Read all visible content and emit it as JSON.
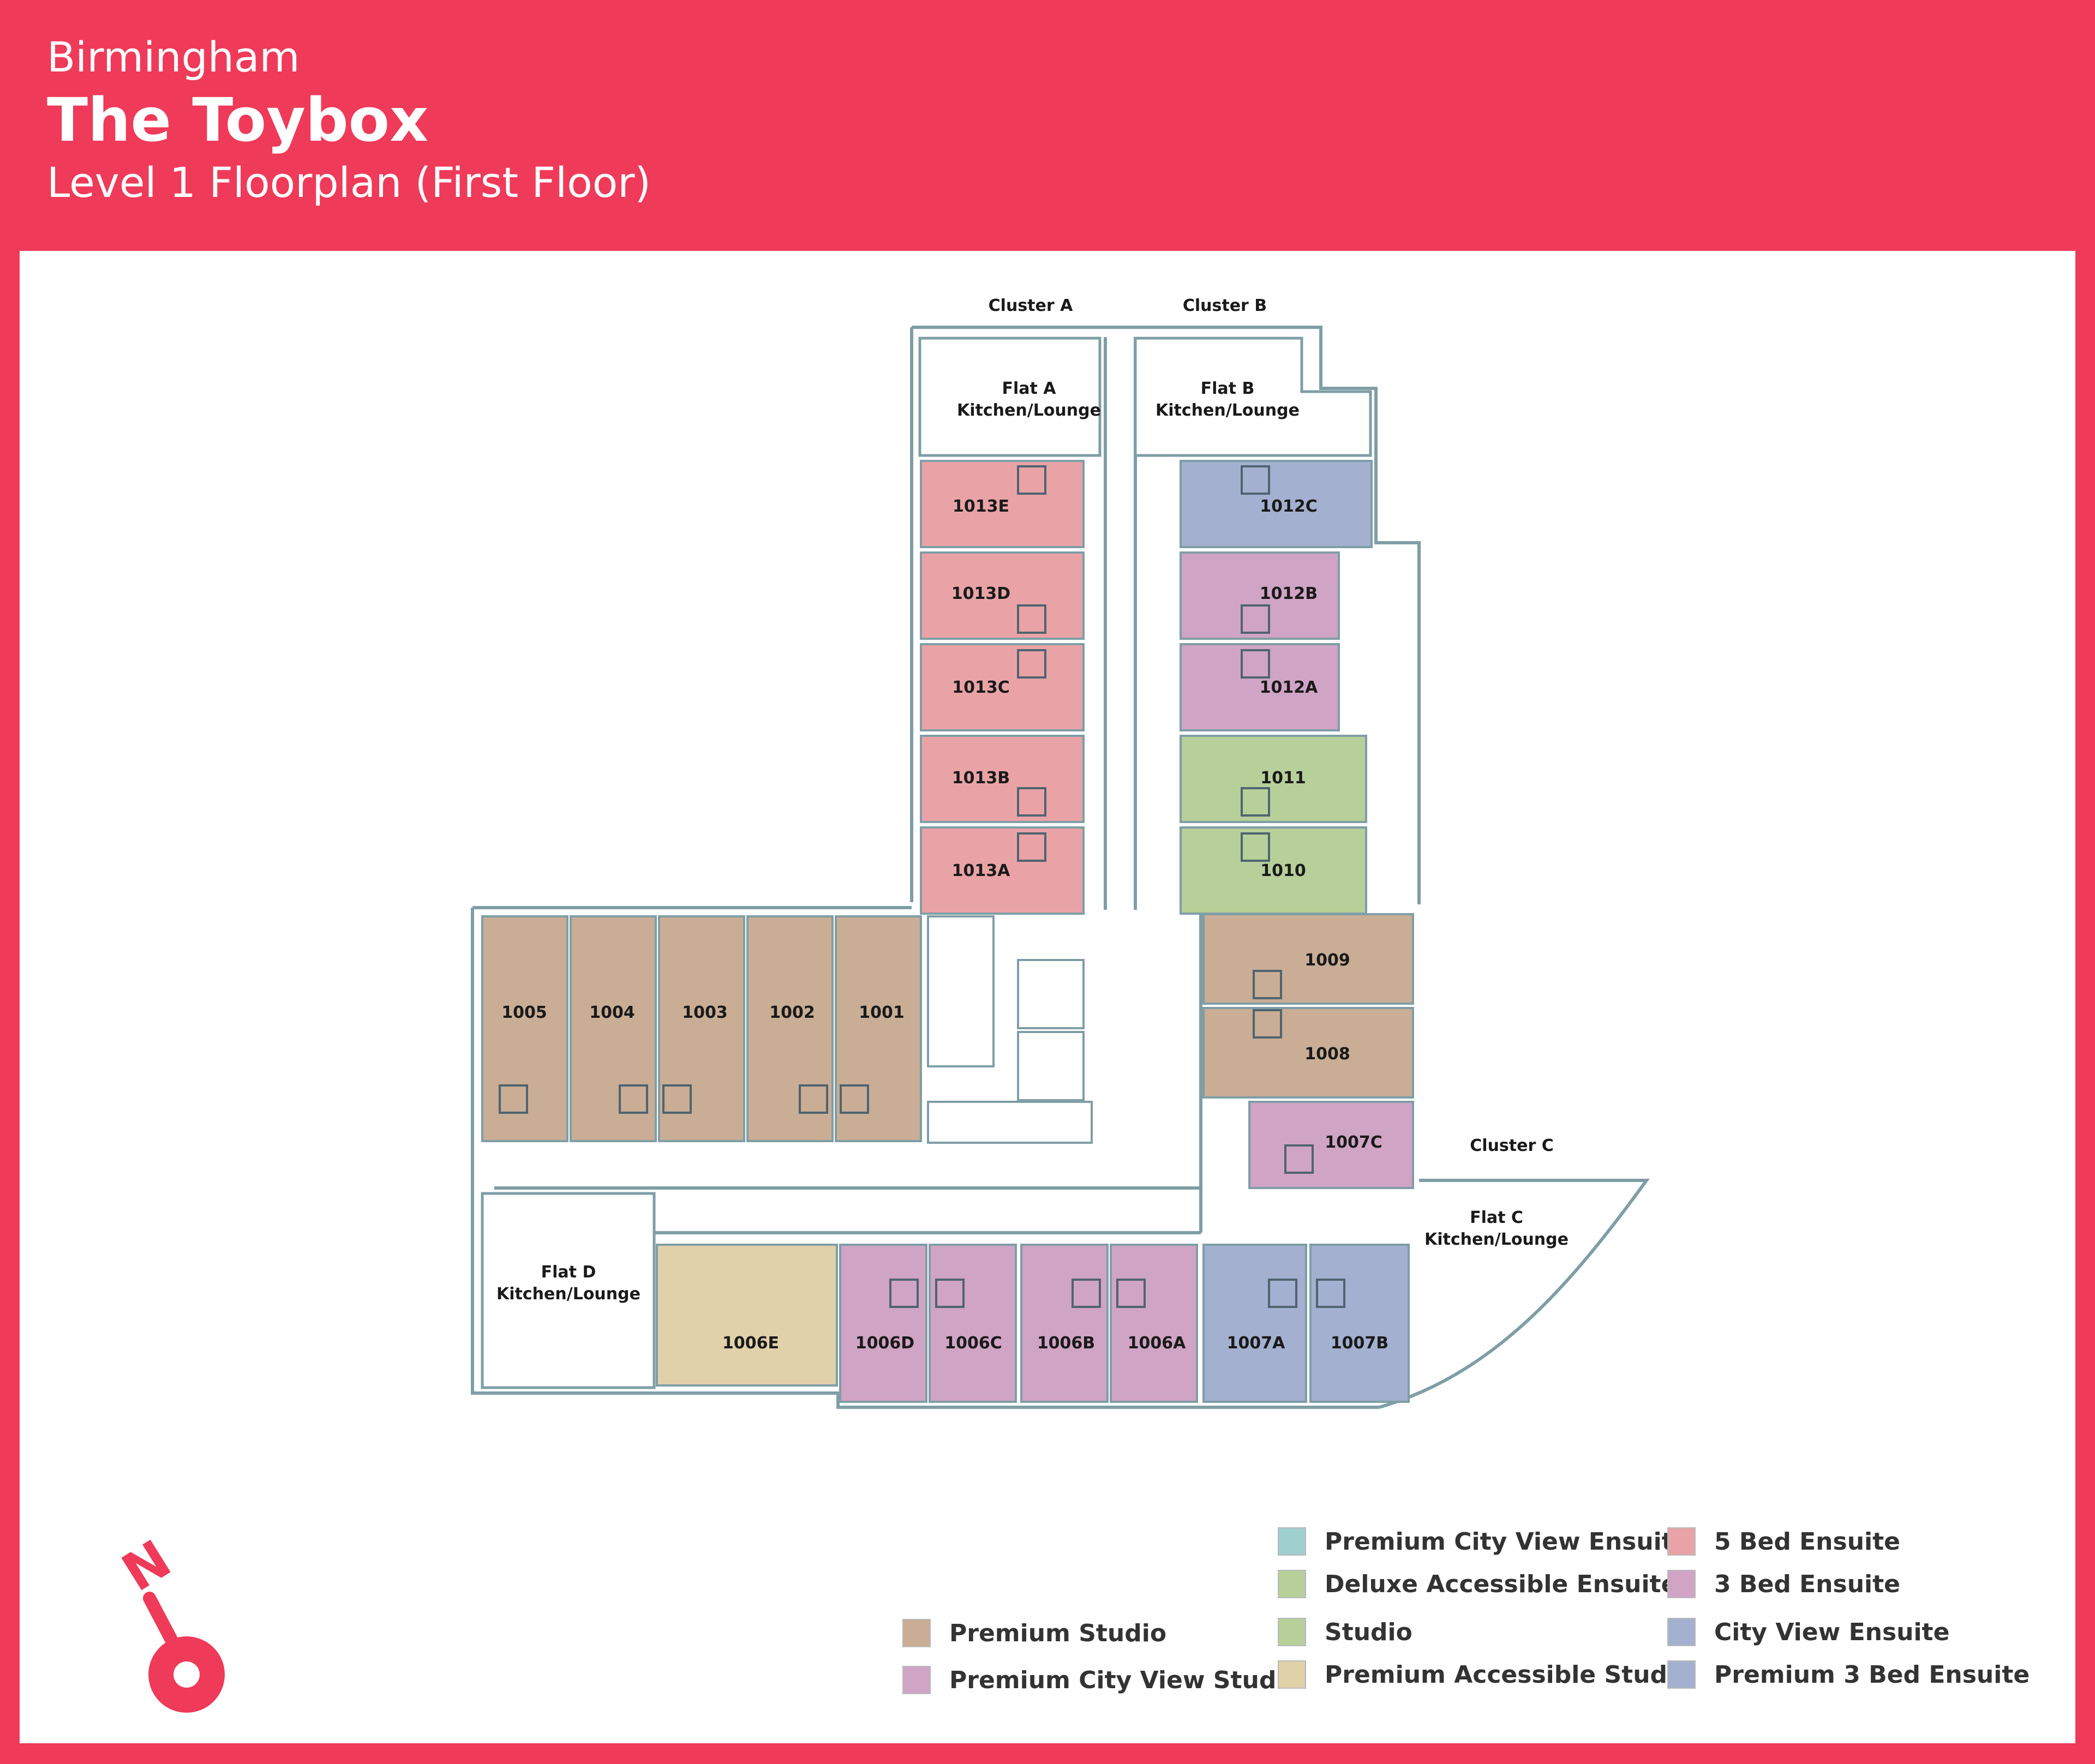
{
  "header": {
    "city": "Birmingham",
    "title": "The Toybox",
    "subtitle": "Level 1 Floorplan (First Floor)"
  },
  "colors": {
    "brand": "#ef3a59",
    "premium_studio": "#c9ad95",
    "premium_city_view_studio": "#d0a4c4",
    "premium_city_view_ensuite": "#9fcfcf",
    "deluxe_accessible_ensuite": "#b7cf99",
    "studio": "#b7cf99",
    "premium_accessible_studio": "#e1d1a9",
    "five_bed_ensuite": "#e9a3a6",
    "three_bed_ensuite": "#d0a4c4",
    "city_view_ensuite": "#a3b0d0",
    "premium_three_bed_ensuite": "#a3b0d0",
    "wall": "#7f9ea6"
  },
  "clusters": {
    "a": "Cluster A",
    "b": "Cluster B",
    "c": "Cluster C"
  },
  "flats": {
    "a_line1": "Flat A",
    "a_line2": "Kitchen/Lounge",
    "b_line1": "Flat B",
    "b_line2": "Kitchen/Lounge",
    "c_line1": "Flat C",
    "c_line2": "Kitchen/Lounge",
    "d_line1": "Flat D",
    "d_line2": "Kitchen/Lounge"
  },
  "rooms": {
    "r1013E": "1013E",
    "r1013D": "1013D",
    "r1013C": "1013C",
    "r1013B": "1013B",
    "r1013A": "1013A",
    "r1012C": "1012C",
    "r1012B": "1012B",
    "r1012A": "1012A",
    "r1011": "1011",
    "r1010": "1010",
    "r1009": "1009",
    "r1008": "1008",
    "r1007C": "1007C",
    "r1005": "1005",
    "r1004": "1004",
    "r1003": "1003",
    "r1002": "1002",
    "r1001": "1001",
    "r1006E": "1006E",
    "r1006D": "1006D",
    "r1006C": "1006C",
    "r1006B": "1006B",
    "r1006A": "1006A",
    "r1007A": "1007A",
    "r1007B": "1007B"
  },
  "legend": {
    "premium_studio": "Premium Studio",
    "premium_city_view_studio": "Premium City View Studio",
    "premium_city_view_ensuite": "Premium City View Ensuite",
    "deluxe_accessible_ensuite": "Deluxe Accessible Ensuite",
    "studio": "Studio",
    "premium_accessible_studio": "Premium Accessible Studio",
    "five_bed_ensuite": "5 Bed Ensuite",
    "three_bed_ensuite": "3 Bed Ensuite",
    "city_view_ensuite": "City View Ensuite",
    "premium_three_bed_ensuite": "Premium 3 Bed Ensuite"
  },
  "compass": {
    "icon": "north-arrow-icon",
    "letter": "N"
  }
}
